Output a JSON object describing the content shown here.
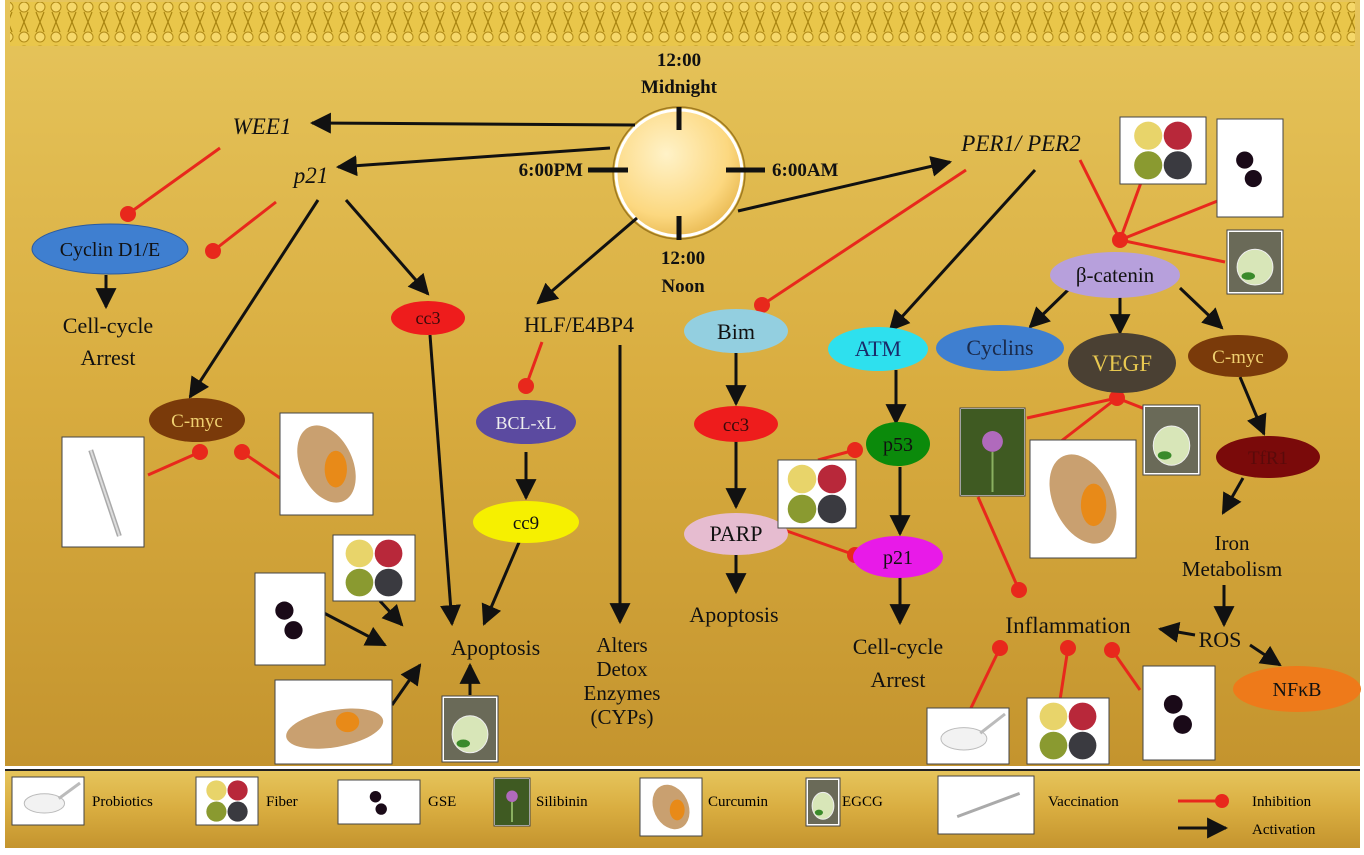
{
  "clock": {
    "top": [
      "12:00",
      "Midnight"
    ],
    "right": "6:00AM",
    "bottom": [
      "12:00",
      "Noon"
    ],
    "left": "6:00PM"
  },
  "nodes": {
    "wee1": "WEE1",
    "p21_left": "p21",
    "cyclin_d1e": "Cyclin D1/E",
    "cell_cycle_arrest_left": [
      "Cell-cycle",
      "Arrest"
    ],
    "cmyc_left": "C-myc",
    "cc3_left": "cc3",
    "hlf": "HLF/E4BP4",
    "bclxl": "BCL-xL",
    "cc9": "cc9",
    "apoptosis_left": "Apoptosis",
    "alters": [
      "Alters",
      "Detox",
      "Enzymes",
      "(CYPs)"
    ],
    "per": "PER1/ PER2",
    "bim": "Bim",
    "cc3_mid": "cc3",
    "parp": "PARP",
    "apoptosis_mid": "Apoptosis",
    "atm": "ATM",
    "p53": "p53",
    "p21_right": "p21",
    "cell_cycle_arrest_right": [
      "Cell-cycle",
      "Arrest"
    ],
    "bcatenin": "β-catenin",
    "cyclins": "Cyclins",
    "vegf": "VEGF",
    "cmyc_right": "C-myc",
    "tfr1": "TfR1",
    "iron": [
      "Iron",
      "Metabolism"
    ],
    "ros": "ROS",
    "nfkb": "NFκB",
    "inflammation": "Inflammation"
  },
  "legend": {
    "items": [
      {
        "label": "Probiotics",
        "icon": "spoon-icon"
      },
      {
        "label": "Fiber",
        "icon": "fiber-icon"
      },
      {
        "label": "GSE",
        "icon": "grape-seed-icon"
      },
      {
        "label": "Silibinin",
        "icon": "milk-thistle-icon"
      },
      {
        "label": "Curcumin",
        "icon": "turmeric-icon"
      },
      {
        "label": "EGCG",
        "icon": "green-tea-icon"
      },
      {
        "label": "Vaccination",
        "icon": "syringe-icon"
      }
    ],
    "inhibition": "Inhibition",
    "activation": "Activation"
  },
  "colors": {
    "background": "#d8ac3e",
    "inhibition": "#e8281c",
    "activation": "#111111",
    "cyclin_d1e": "#3f7fd0",
    "cmyc": "#7a3a0a",
    "cc3": "#ee1c1c",
    "bclxl": "#5b4aa0",
    "cc9": "#f6f000",
    "bim": "#93cfe0",
    "parp": "#e6bcd0",
    "atm": "#2ee0ee",
    "p53": "#0b8a0b",
    "p21": "#e81ae8",
    "bcatenin": "#b7a0dc",
    "cyclins": "#3f7fd0",
    "vegf": "#4a4033",
    "tfr1": "#7a0a0a",
    "nfkb": "#ee7a1a"
  }
}
